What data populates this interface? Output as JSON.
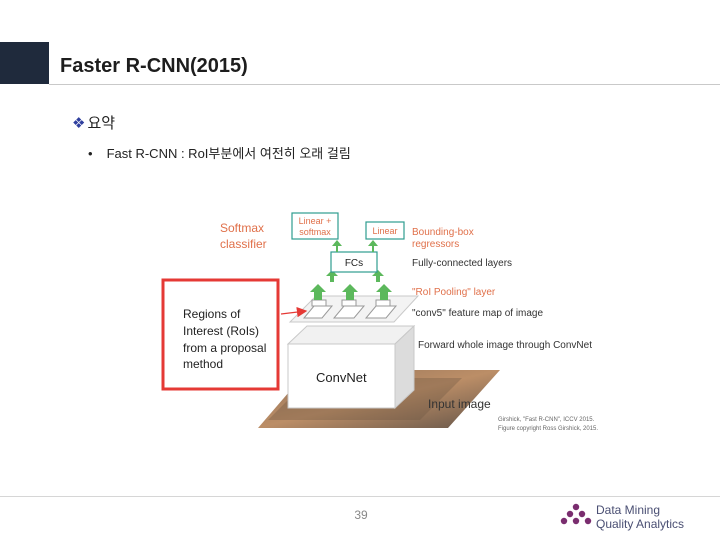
{
  "slide": {
    "title": "Faster R-CNN(2015)",
    "section_marker": "❖",
    "section_label": "요약",
    "bullet_marker": "•",
    "bullet_text": "Fast R-CNN : RoI부분에서 여전히 오래 걸림",
    "page_number": "39"
  },
  "diagram": {
    "softmax_line1": "Softmax",
    "softmax_line2": "classifier",
    "linear_softmax_line1": "Linear +",
    "linear_softmax_line2": "softmax",
    "linear": "Linear",
    "bbox_line1": "Bounding-box",
    "bbox_line2": "regressors",
    "fcs": "FCs",
    "fully_connected": "Fully-connected layers",
    "roi_pooling": "\"RoI Pooling\" layer",
    "regions_line1": "Regions of",
    "regions_line2": "Interest (RoIs)",
    "regions_line3": "from a proposal",
    "regions_line4": "method",
    "conv5": "\"conv5\" feature map of image",
    "forward": "Forward whole image through ConvNet",
    "convnet": "ConvNet",
    "input_image": "Input image",
    "credit_line1": "Girshick, \"Fast R-CNN\", ICCV 2015.",
    "credit_line2": "Figure copyright Ross Girshick, 2015."
  },
  "logo": {
    "line1": "Data Mining",
    "line2": "Quality Analytics"
  },
  "colors": {
    "title_block": "#1f2a3c",
    "label_orange": "#e0704a",
    "box_teal": "#2e9c8f",
    "arrow_green": "#5cb85c",
    "region_red": "#e53935",
    "logo_purple": "#7a2d6f"
  }
}
